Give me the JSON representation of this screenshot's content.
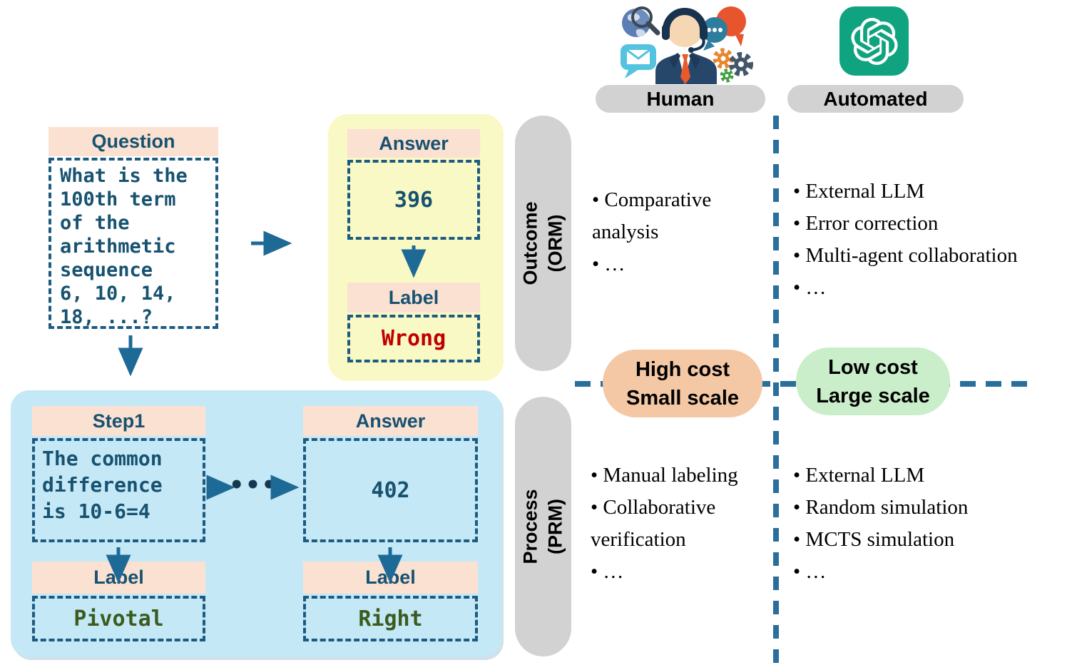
{
  "flowchart": {
    "question": {
      "header": "Question",
      "body": "What is the\n100th term\nof the\narithmetic\nsequence\n6, 10, 14,\n18, ...?"
    },
    "orm_example": {
      "answer_header": "Answer",
      "answer_value": "396",
      "label_header": "Label",
      "label_value": "Wrong"
    },
    "prm_example": {
      "step_header": "Step1",
      "step_body": "The common\ndifference\nis 10-6=4",
      "dots": "•••",
      "answer_header": "Answer",
      "answer_value": "402",
      "step_label_header": "Label",
      "step_label_value": "Pivotal",
      "answer_label_header": "Label",
      "answer_label_value": "Right"
    }
  },
  "matrix": {
    "columns": {
      "human": {
        "label": "Human",
        "icon": "customer-support-agent-icon"
      },
      "automated": {
        "label": "Automated",
        "icon": "openai-logo-icon"
      }
    },
    "rows": {
      "outcome": {
        "label": "Outcome\n(ORM)"
      },
      "process": {
        "label": "Process\n(PRM)"
      }
    },
    "cells": {
      "outcome_human": [
        "Comparative analysis",
        "…"
      ],
      "outcome_automated": [
        "External LLM",
        "Error correction",
        "Multi-agent collaboration",
        "…"
      ],
      "process_human": [
        "Manual labeling",
        "Collaborative verification",
        "…"
      ],
      "process_automated": [
        "External LLM",
        "Random simulation",
        "MCTS simulation",
        "…"
      ]
    },
    "badges": {
      "human_cost": {
        "line1": "High cost",
        "line2": "Small scale"
      },
      "automated_cost": {
        "line1": "Low cost",
        "line2": "Large scale"
      }
    }
  },
  "colors": {
    "teal_border": "#1d5b80",
    "teal_text": "#175270",
    "arrow": "#1e6a96",
    "divider_dash": "#2a6f9c",
    "peach_header": "#fbe1d2",
    "yellow_panel": "#f9f9c5",
    "blue_panel": "#c5e8f7",
    "gray_pill": "#d2d2d2",
    "high_cost_pill": "#f4c7a5",
    "low_cost_pill": "#c9eec9",
    "wrong_red": "#c00000",
    "right_green": "#3a5c1e",
    "openai_green": "#10a37f"
  }
}
